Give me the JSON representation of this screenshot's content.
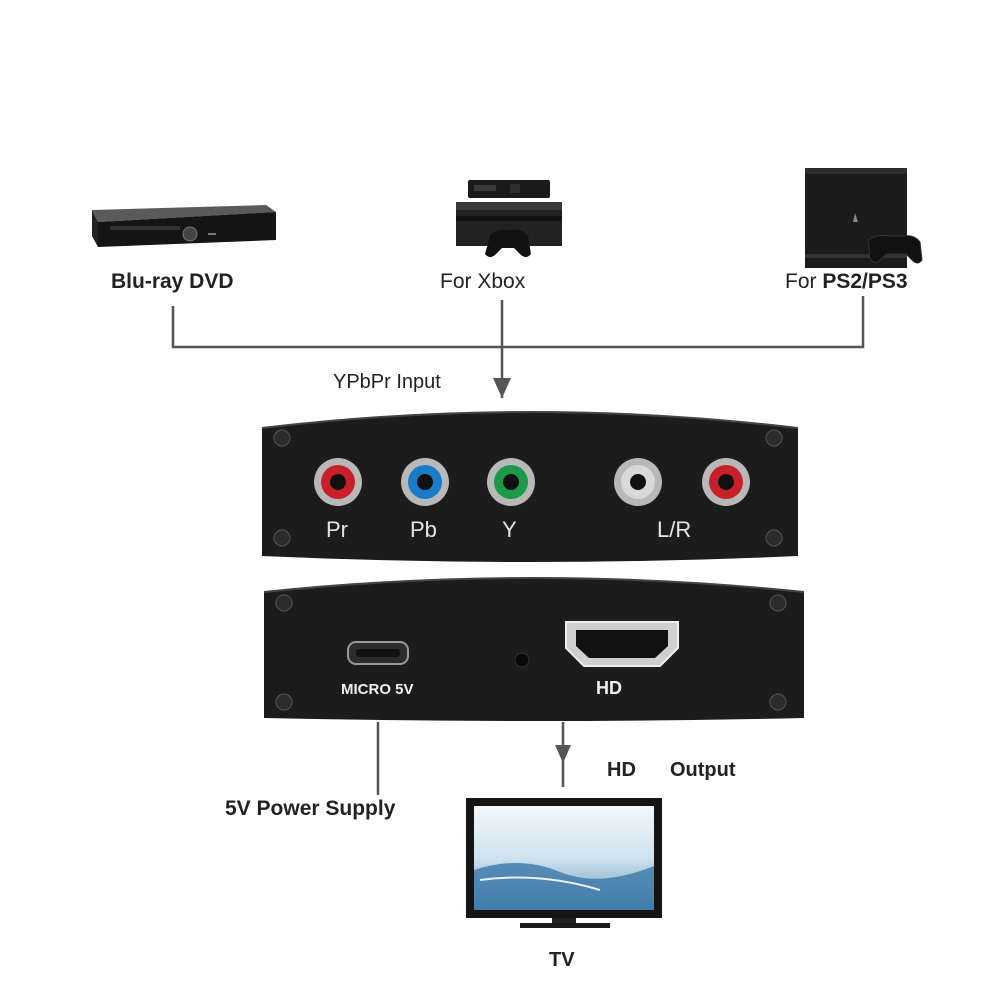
{
  "devices": {
    "bluray_label": "Blu-ray DVD",
    "xbox_label": "For Xbox",
    "ps_label_prefix": "For",
    "ps_label_models": "PS2/PS3"
  },
  "input": {
    "label": "YPbPr Input",
    "ports": [
      "Pr",
      "Pb",
      "Y",
      "L/R"
    ]
  },
  "output_panel": {
    "micro_label": "MICRO 5V",
    "hd_label": "HD"
  },
  "power": {
    "label": "5V Power Supply"
  },
  "output": {
    "hd_word": "HD",
    "output_word": "Output"
  },
  "tv": {
    "label": "TV"
  },
  "colors": {
    "red": "#c8202a",
    "blue": "#1a7cc9",
    "green": "#1c9a4a",
    "white": "#d9d9d9",
    "panel": "#1c1c1c",
    "line": "#555555"
  }
}
